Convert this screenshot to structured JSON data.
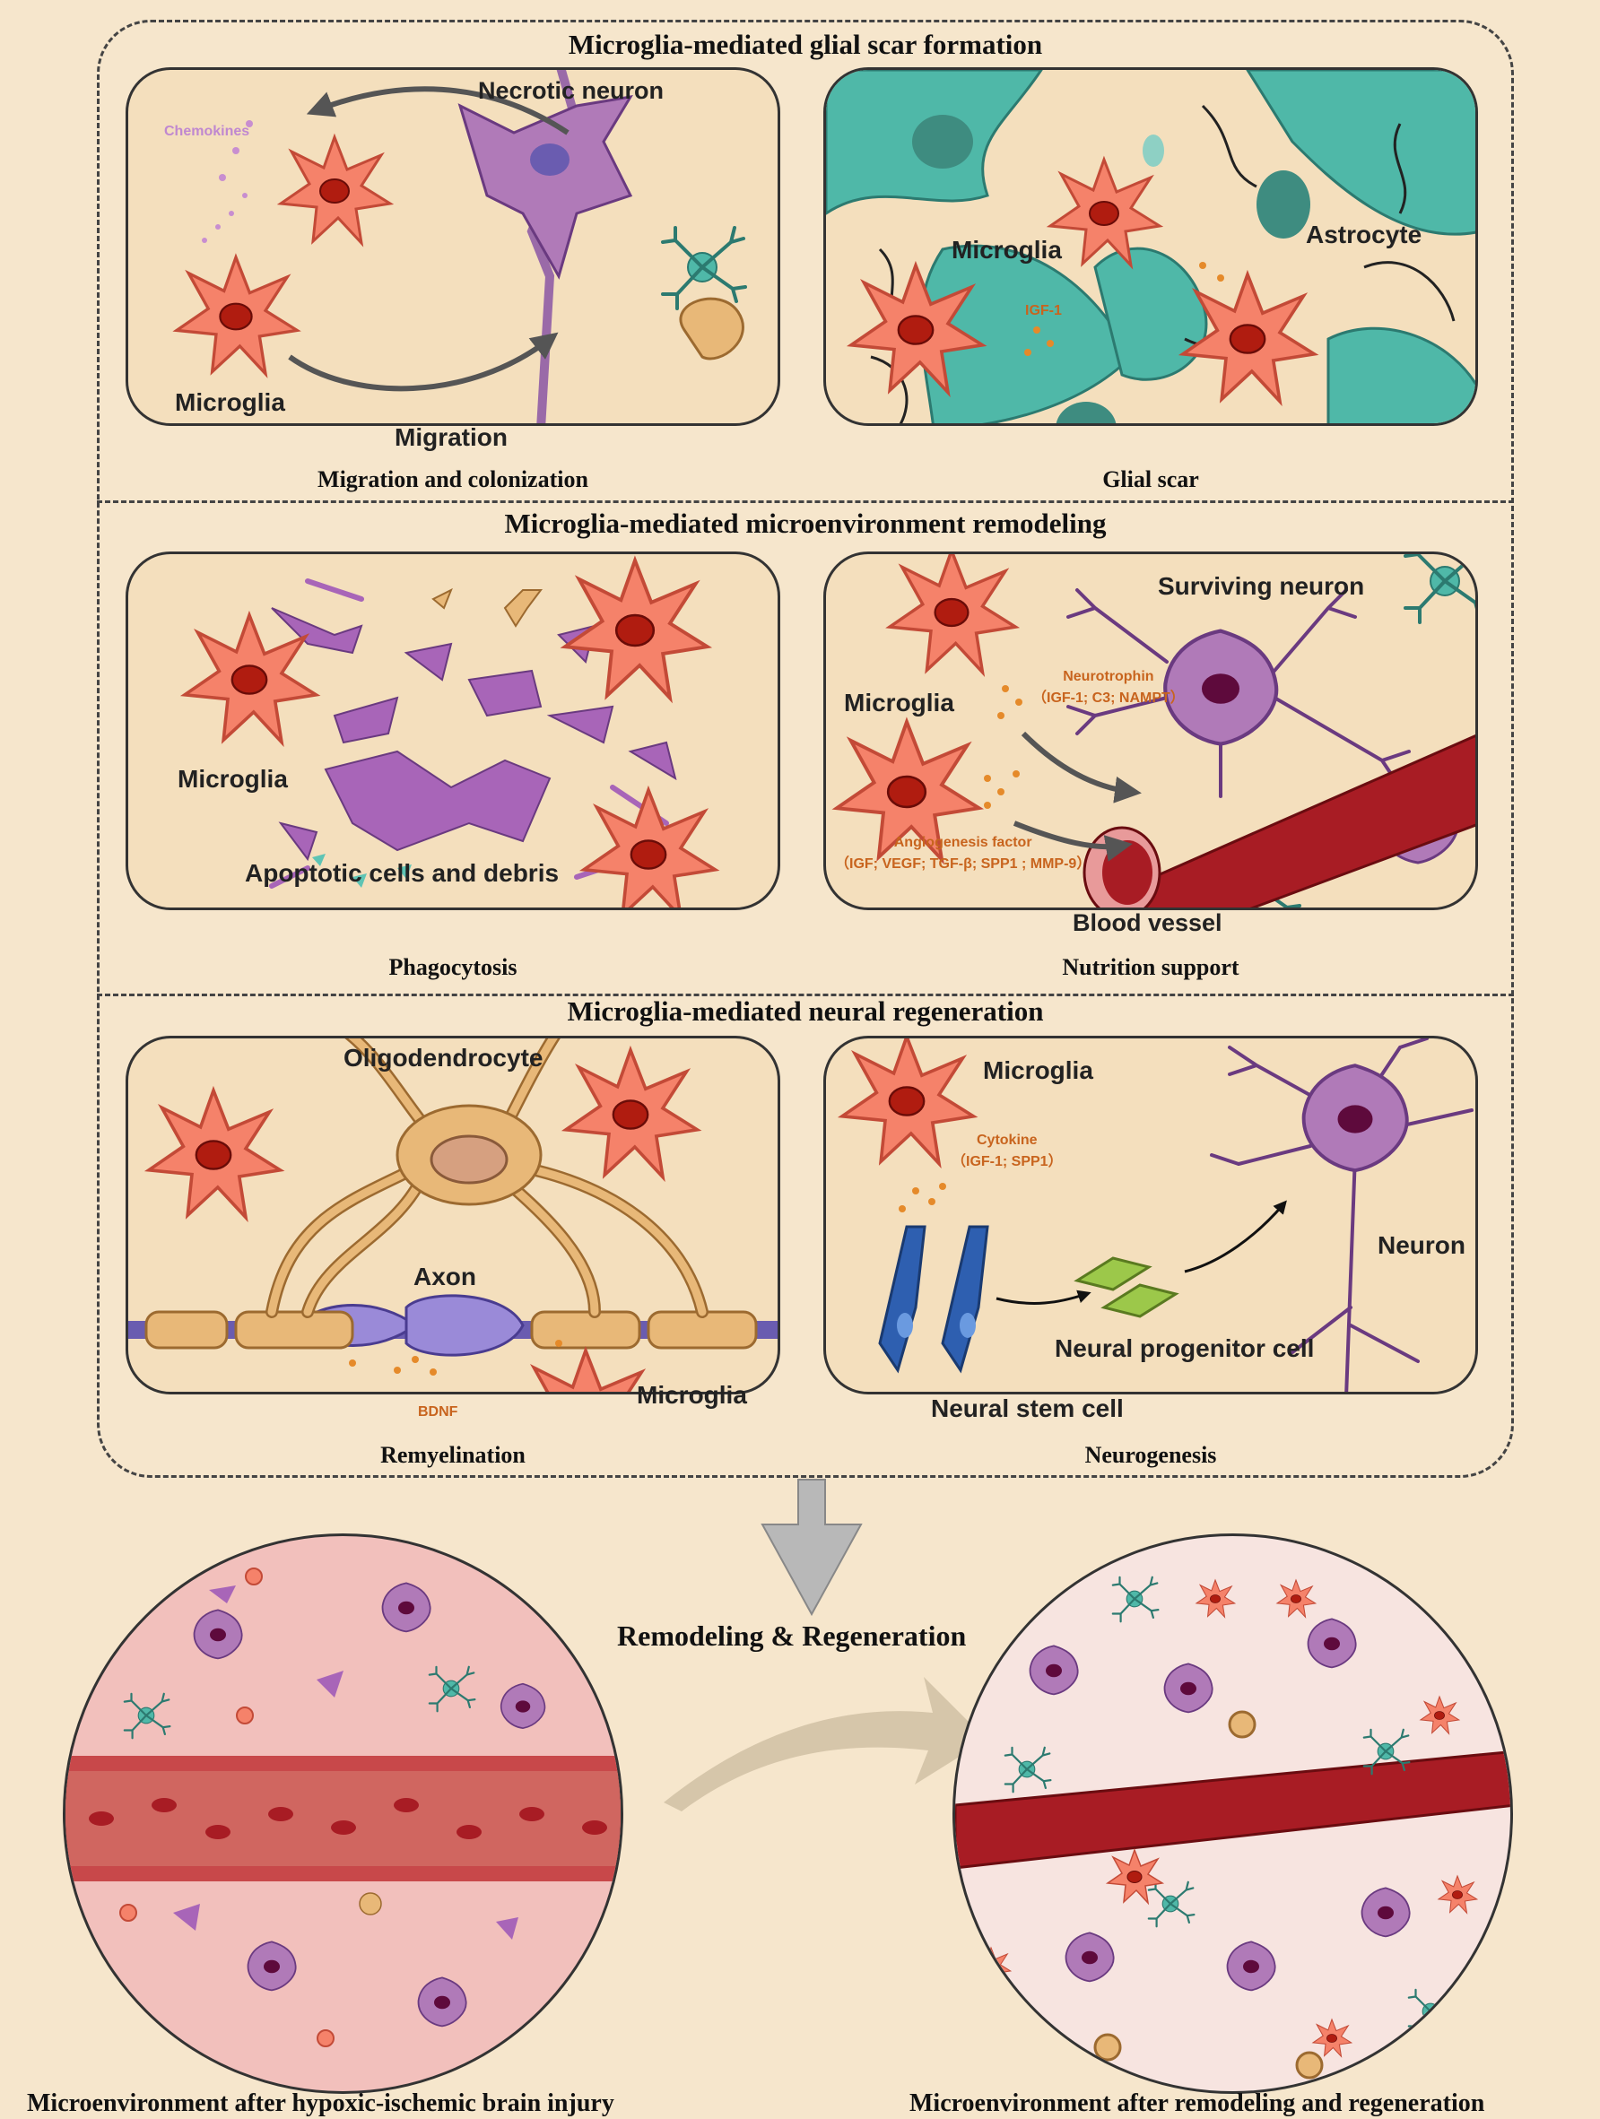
{
  "sections": [
    {
      "title": "Microglia-mediated glial scar formation"
    },
    {
      "title": "Microglia-mediated microenvironment remodeling"
    },
    {
      "title": "Microglia-mediated neural regeneration"
    }
  ],
  "panels": {
    "migration": {
      "caption": "Migration and colonization",
      "labels": {
        "necrotic": "Necrotic neuron",
        "chemokines": "Chemokines",
        "microglia": "Microglia",
        "migration": "Migration"
      }
    },
    "glial_scar": {
      "caption": "Glial scar",
      "labels": {
        "microglia": "Microglia",
        "astrocyte": "Astrocyte",
        "igf": "IGF-1"
      }
    },
    "phagocytosis": {
      "caption": "Phagocytosis",
      "labels": {
        "microglia": "Microglia",
        "debris": "Apoptotic cells and debris"
      }
    },
    "nutrition": {
      "caption": "Nutrition support",
      "labels": {
        "surviving": "Surviving neuron",
        "microglia": "Microglia",
        "neurotrophin": "Neurotrophin\n（IGF-1; C3; NAMPT）",
        "angiogenesis": "Angiogenesis factor\n（IGF; VEGF; TGF-β; SPP1 ; MMP-9）",
        "vessel": "Blood vessel"
      }
    },
    "remyelination": {
      "caption": "Remyelination",
      "labels": {
        "oligo": "Oligodendrocyte",
        "axon": "Axon",
        "bdnf": "BDNF",
        "microglia": "Microglia"
      }
    },
    "neurogenesis": {
      "caption": "Neurogenesis",
      "labels": {
        "microglia": "Microglia",
        "cytokine": "Cytokine\n（IGF-1; SPP1）",
        "neuron": "Neuron",
        "progenitor": "Neural progenitor cell",
        "stem": "Neural stem cell"
      }
    }
  },
  "bottom": {
    "arrow_label": "Remodeling & Regeneration",
    "left_title": "Microenvironment after hypoxic-ischemic brain injury",
    "right_title": "Microenvironment after  remodeling and regeneration"
  },
  "colors": {
    "microglia": "#f5826a",
    "neuron": "#b07ab8",
    "astrocyte": "#4fb8a8",
    "oligodendrocyte": "#e8b878",
    "vessel": "#a81c24",
    "stem_cell": "#2e5fb0",
    "progenitor": "#9cc84a"
  }
}
